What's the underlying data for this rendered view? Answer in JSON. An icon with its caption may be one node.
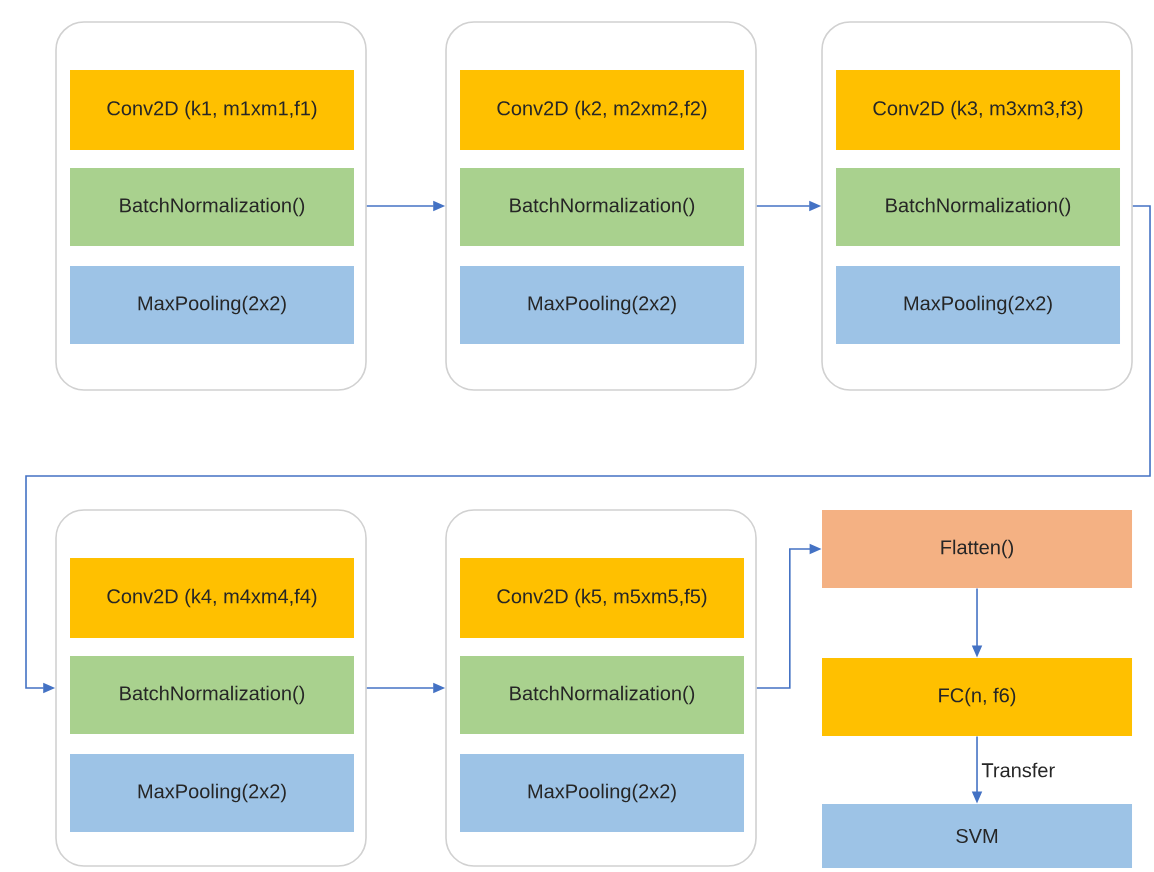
{
  "diagram": {
    "nodes": [
      {
        "text": [],
        "shape": "box"
      },
      {
        "text": [
          "Conv2D (k1, m1xm1,f1)"
        ],
        "in": 0
      },
      {
        "text": [
          "BatchNormalization()"
        ],
        "in": 0
      },
      {
        "text": [
          "MaxPooling(2x2)"
        ],
        "in": 0
      },
      {
        "text": [],
        "shape": "box"
      },
      {
        "text": [
          "Conv2D (k2, m2xm2,f2)"
        ],
        "in": 4
      },
      {
        "text": [
          "BatchNormalization()"
        ],
        "in": 4
      },
      {
        "text": [
          "MaxPooling(2x2)"
        ],
        "in": 4
      },
      {
        "text": [],
        "shape": "box"
      },
      {
        "text": [
          "Conv2D (k3, m3xm3,f3)"
        ],
        "in": 8
      },
      {
        "text": [
          "BatchNormalization()"
        ],
        "in": 8
      },
      {
        "text": [
          "MaxPooling(2x2)"
        ],
        "in": 8
      },
      {
        "text": [],
        "shape": "box"
      },
      {
        "text": [
          "Conv2D (k4, m4xm4,f4)"
        ],
        "in": 12
      },
      {
        "text": [
          "BatchNormalization()"
        ],
        "in": 12
      },
      {
        "text": [
          "MaxPooling(2x2)"
        ],
        "in": 12
      },
      {
        "text": [],
        "shape": "box"
      },
      {
        "text": [
          "Conv2D (k5, m5xm5,f5)"
        ],
        "in": 16
      },
      {
        "text": [
          "BatchNormalization()"
        ],
        "in": 16
      },
      {
        "text": [
          "MaxPooling(2x2)"
        ],
        "in": 16
      },
      {
        "text": [
          "Flatten()"
        ]
      },
      {
        "text": [
          "FC(n, f6)"
        ]
      },
      {
        "text": [
          "SVM"
        ]
      }
    ],
    "edges": [
      {
        "from": 0,
        "to": 4,
        "arrow": "to"
      },
      {
        "from": 4,
        "to": 8,
        "arrow": "to"
      },
      {
        "from": 8,
        "to": 12,
        "arrow": "to"
      },
      {
        "from": 12,
        "to": 16,
        "arrow": "to"
      },
      {
        "from": 16,
        "to": 20,
        "arrow": "to"
      },
      {
        "from": 20,
        "to": 21,
        "arrow": "to"
      },
      {
        "from": 21,
        "to": 22,
        "arrow": "to",
        "label": "Transfer"
      }
    ]
  }
}
